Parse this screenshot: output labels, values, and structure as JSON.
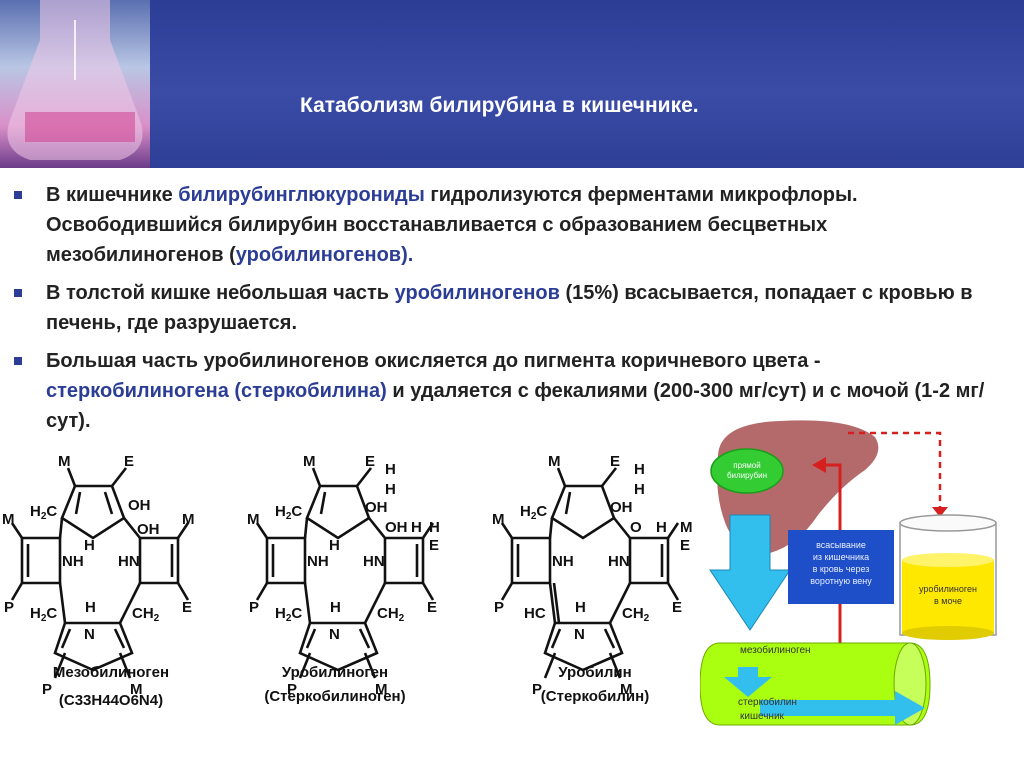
{
  "slide": {
    "title": "Катаболизм билирубина в кишечнике."
  },
  "bullets": [
    [
      {
        "text": "В кишечнике ",
        "hl": false
      },
      {
        "text": "билирубинглюкурониды",
        "hl": true
      },
      {
        "text": "  гидролизуются ферментами микрофлоры. Освободившийся билирубин восстанавливается с образованием бесцветных мезобилиногенов (",
        "hl": false
      },
      {
        "text": "уробилиногенов).",
        "hl": true
      }
    ],
    [
      {
        "text": "В толстой кишке небольшая часть ",
        "hl": false
      },
      {
        "text": "уробилиногенов",
        "hl": true
      },
      {
        "text": " (15%)  всасывается, попадает с кровью  в печень, где разрушается.",
        "hl": false
      }
    ],
    [
      {
        "text": "Большая часть уробилиногенов  окисляется до пигмента коричневого цвета - ",
        "hl": false
      },
      {
        "text": "стеркобилиногена (стеркобилина)",
        "hl": true
      },
      {
        "text": "  и  удаляется с  фекалиями (200-300 мг/сут)  и с мочой (1-2 мг/сут).",
        "hl": false
      }
    ]
  ],
  "formulas": [
    {
      "name": "Мезобилиноген",
      "sub": "(C33H44O6N4)"
    },
    {
      "name": "Уробилиноген",
      "sub": "(Стеркобилиноген)"
    },
    {
      "name": "Уробилин",
      "sub": "(Стеркобилин)"
    }
  ],
  "scheme": {
    "liver_label": [
      "прямой",
      "билирубин"
    ],
    "absorb_label": [
      "всасывание",
      "из кишечника",
      "в кровь через",
      "воротную вену"
    ],
    "urine_label": [
      "уробилиноген",
      "в моче"
    ],
    "intestine_mezo": "мезобилиноген",
    "intestine_sterco": "стеркобилин",
    "intestine_label": "кишечник"
  },
  "colors": {
    "header": "#2c3d96",
    "highlight": "#2c3d96",
    "liver": "#b46a6a",
    "bilirubin_oval": "#33cc33",
    "absorb_box": "#1f4fc8",
    "arrow_blue": "#33bfee",
    "arrow_red": "#d62020",
    "urine": "#ffe800",
    "intestine": "#aaff11"
  }
}
